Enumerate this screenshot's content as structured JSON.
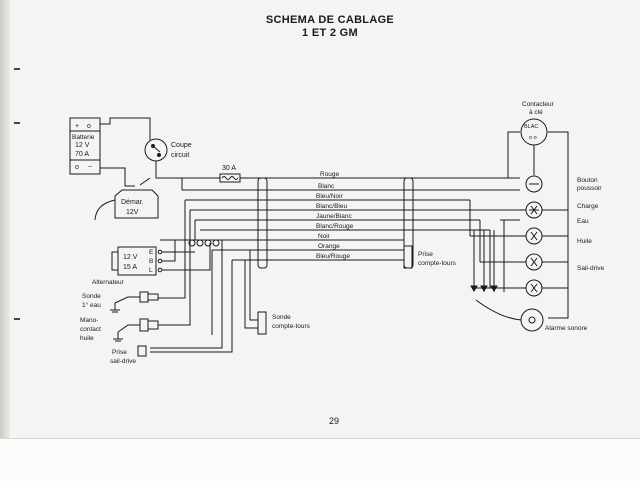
{
  "header": {
    "title": "SCHEMA DE CABLAGE",
    "subtitle": "1 ET 2 GM"
  },
  "page_number": "29",
  "components": {
    "battery": {
      "plus": "+",
      "minus": "−",
      "name": "Batterie",
      "voltage": "12 V",
      "amperage": "70 A"
    },
    "cutoff": {
      "label1": "Coupe",
      "label2": "circuit"
    },
    "fuse": {
      "label": "30 A"
    },
    "starter": {
      "label1": "Démar.",
      "label2": "12V"
    },
    "alternator": {
      "v": "12 V",
      "a": "15 A",
      "pin_e": "E",
      "pin_b": "B",
      "pin_l": "L",
      "name": "Alternateur"
    },
    "temp_sender": {
      "label1": "Sonde",
      "label2": "1° eau"
    },
    "oil_switch": {
      "label1": "Mano-",
      "label2": "contact",
      "label3": "huile"
    },
    "saildrive_plug": {
      "label1": "Prise",
      "label2": "sail-drive"
    },
    "rpm_sender": {
      "label1": "Sonde",
      "label2": "compte-tours"
    },
    "rpm_plug": {
      "label1": "Prise",
      "label2": "compte-tours"
    },
    "key_switch": {
      "label1": "Contacteur",
      "label2": "à clé",
      "code": "BLAC"
    },
    "push_button": {
      "label1": "Bouton",
      "label2": "poussoir"
    },
    "charge_lamp": {
      "label": "Charge"
    },
    "water_lamp": {
      "label": "Eau"
    },
    "oil_lamp": {
      "label": "Huile"
    },
    "saildrive_lamp": {
      "label": "Sail-drive"
    },
    "alarm": {
      "label": "Alarme sonore"
    }
  },
  "wires": [
    "Rouge",
    "Blanc",
    "Bleu/Noir",
    "Blanc/Bleu",
    "Jaune/Blanc",
    "Blanc/Rouge",
    "Noir",
    "Orange",
    "Bleu/Rouge"
  ]
}
